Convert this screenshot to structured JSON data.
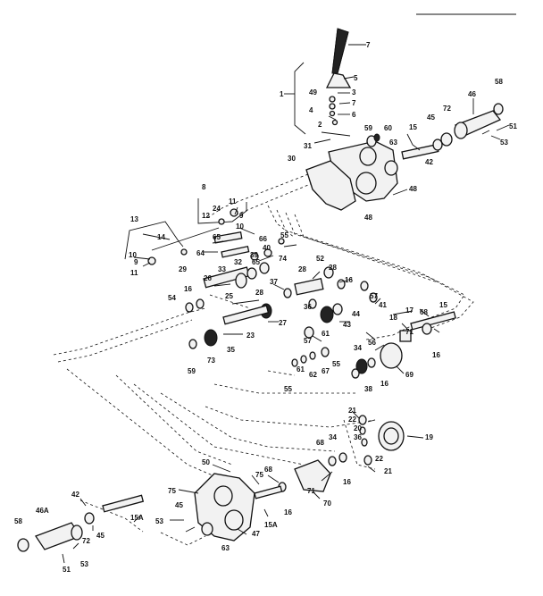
{
  "diagram": {
    "labels": [
      {
        "id": "p7a",
        "text": "7"
      },
      {
        "id": "p5",
        "text": "5"
      },
      {
        "id": "p49",
        "text": "49"
      },
      {
        "id": "p1",
        "text": "1"
      },
      {
        "id": "p3",
        "text": "3"
      },
      {
        "id": "p7b",
        "text": "7"
      },
      {
        "id": "p4",
        "text": "4"
      },
      {
        "id": "p6",
        "text": "6"
      },
      {
        "id": "p2",
        "text": "2"
      },
      {
        "id": "p31",
        "text": "31"
      },
      {
        "id": "p59",
        "text": "59"
      },
      {
        "id": "p60",
        "text": "60"
      },
      {
        "id": "p63a",
        "text": "63"
      },
      {
        "id": "p15a",
        "text": "15"
      },
      {
        "id": "p45a",
        "text": "45"
      },
      {
        "id": "p72a",
        "text": "72"
      },
      {
        "id": "p46",
        "text": "46"
      },
      {
        "id": "p58a",
        "text": "58"
      },
      {
        "id": "p51a",
        "text": "51"
      },
      {
        "id": "p53a",
        "text": "53"
      },
      {
        "id": "p42a",
        "text": "42"
      },
      {
        "id": "p30",
        "text": "30"
      },
      {
        "id": "p48a",
        "text": "48"
      },
      {
        "id": "p48b",
        "text": "48"
      },
      {
        "id": "p8",
        "text": "8"
      },
      {
        "id": "p11a",
        "text": "11"
      },
      {
        "id": "p24",
        "text": "24"
      },
      {
        "id": "p12",
        "text": "12"
      },
      {
        "id": "p9a",
        "text": "9"
      },
      {
        "id": "p10a",
        "text": "10"
      },
      {
        "id": "p13",
        "text": "13"
      },
      {
        "id": "p65a",
        "text": "65"
      },
      {
        "id": "p66",
        "text": "66"
      },
      {
        "id": "p14",
        "text": "14"
      },
      {
        "id": "p55a",
        "text": "55"
      },
      {
        "id": "p40",
        "text": "40"
      },
      {
        "id": "p64",
        "text": "64"
      },
      {
        "id": "p39",
        "text": "39"
      },
      {
        "id": "p74",
        "text": "74"
      },
      {
        "id": "p10b",
        "text": "10"
      },
      {
        "id": "p9b",
        "text": "9"
      },
      {
        "id": "p11b",
        "text": "11"
      },
      {
        "id": "p29",
        "text": "29"
      },
      {
        "id": "p52",
        "text": "52"
      },
      {
        "id": "p28a",
        "text": "28"
      },
      {
        "id": "p28b",
        "text": "28"
      },
      {
        "id": "p33",
        "text": "33"
      },
      {
        "id": "p32",
        "text": "32"
      },
      {
        "id": "p65b",
        "text": "65"
      },
      {
        "id": "p26",
        "text": "26"
      },
      {
        "id": "p37a",
        "text": "37"
      },
      {
        "id": "p16a",
        "text": "16"
      },
      {
        "id": "p54a",
        "text": "54"
      },
      {
        "id": "p16b",
        "text": "16"
      },
      {
        "id": "p25",
        "text": "25"
      },
      {
        "id": "p28c",
        "text": "28"
      },
      {
        "id": "p57a",
        "text": "57"
      },
      {
        "id": "p41",
        "text": "41"
      },
      {
        "id": "p36",
        "text": "36"
      },
      {
        "id": "p44",
        "text": "44"
      },
      {
        "id": "p27",
        "text": "27"
      },
      {
        "id": "p43",
        "text": "43"
      },
      {
        "id": "p23",
        "text": "23"
      },
      {
        "id": "p15b",
        "text": "15"
      },
      {
        "id": "p17",
        "text": "17"
      },
      {
        "id": "p18",
        "text": "18"
      },
      {
        "id": "p71a",
        "text": "71"
      },
      {
        "id": "p68a",
        "text": "68"
      },
      {
        "id": "p16c",
        "text": "16"
      },
      {
        "id": "p35",
        "text": "35"
      },
      {
        "id": "p57b",
        "text": "57"
      },
      {
        "id": "p61a",
        "text": "61"
      },
      {
        "id": "p34a",
        "text": "34"
      },
      {
        "id": "p56",
        "text": "56"
      },
      {
        "id": "p73",
        "text": "73"
      },
      {
        "id": "p55b",
        "text": "55"
      },
      {
        "id": "p69",
        "text": "69"
      },
      {
        "id": "p59b",
        "text": "59"
      },
      {
        "id": "p62",
        "text": "62"
      },
      {
        "id": "p67",
        "text": "67"
      },
      {
        "id": "p61b",
        "text": "61"
      },
      {
        "id": "p16d",
        "text": "16"
      },
      {
        "id": "p55c",
        "text": "55"
      },
      {
        "id": "p38",
        "text": "38"
      },
      {
        "id": "p21a",
        "text": "21"
      },
      {
        "id": "p22a",
        "text": "22"
      },
      {
        "id": "p20",
        "text": "20"
      },
      {
        "id": "p36b",
        "text": "36"
      },
      {
        "id": "p19",
        "text": "19"
      },
      {
        "id": "p50",
        "text": "50"
      },
      {
        "id": "p68b",
        "text": "68"
      },
      {
        "id": "p34b",
        "text": "34"
      },
      {
        "id": "p22b",
        "text": "22"
      },
      {
        "id": "p21b",
        "text": "21"
      },
      {
        "id": "p16e",
        "text": "16"
      },
      {
        "id": "p75a",
        "text": "75"
      },
      {
        "id": "p68c",
        "text": "68"
      },
      {
        "id": "p75b",
        "text": "75"
      },
      {
        "id": "p71b",
        "text": "71"
      },
      {
        "id": "p70",
        "text": "70"
      },
      {
        "id": "p42b",
        "text": "42"
      },
      {
        "id": "p46a",
        "text": "46A"
      },
      {
        "id": "p58b",
        "text": "58"
      },
      {
        "id": "p16f",
        "text": "16"
      },
      {
        "id": "p15c",
        "text": "15A"
      },
      {
        "id": "p15d",
        "text": "15A"
      },
      {
        "id": "p53b",
        "text": "53"
      },
      {
        "id": "p45b",
        "text": "45"
      },
      {
        "id": "p72b",
        "text": "72"
      },
      {
        "id": "p45c",
        "text": "45"
      },
      {
        "id": "p47",
        "text": "47"
      },
      {
        "id": "p63b",
        "text": "63"
      },
      {
        "id": "p53c",
        "text": "53"
      },
      {
        "id": "p51b",
        "text": "51"
      }
    ]
  }
}
